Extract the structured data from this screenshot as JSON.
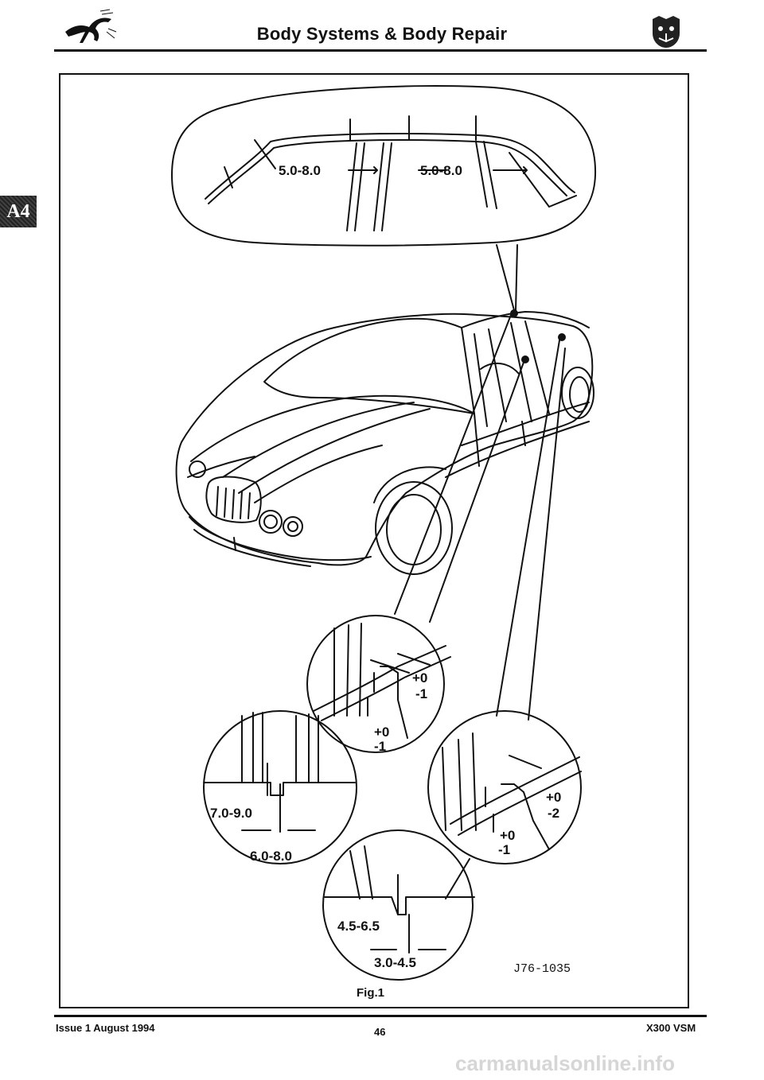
{
  "header": {
    "title": "Body Systems & Body Repair"
  },
  "section_tab": {
    "label": "A4"
  },
  "figure": {
    "roof_labels": [
      "5.0-8.0",
      "5.0-8.0"
    ],
    "front_gap_labels": [
      "+0",
      "-1",
      "+0",
      "-1"
    ],
    "rear_gap_labels": [
      "+0",
      "-2",
      "+0",
      "-1"
    ],
    "left_gap_labels": [
      "7.0-9.0",
      "6.0-8.0"
    ],
    "bottom_gap_labels": [
      "4.5-6.5",
      "3.0-4.5"
    ],
    "code": "J76-1035",
    "caption": "Fig.1"
  },
  "footer": {
    "issue": "Issue 1 August 1994",
    "page_number": "46",
    "model": "X300 VSM"
  },
  "watermark": "carmanualsonline.info"
}
